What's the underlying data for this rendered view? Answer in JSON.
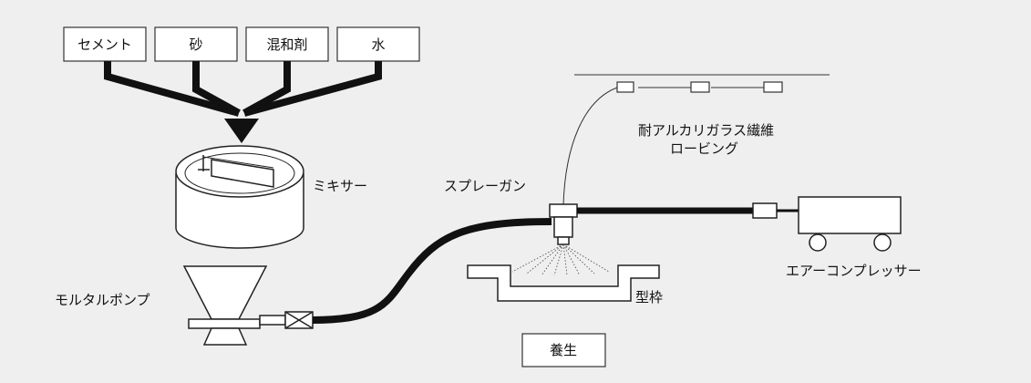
{
  "inputs": {
    "cement": "セメント",
    "sand": "砂",
    "admixture": "混和剤",
    "water": "水"
  },
  "labels": {
    "mixer": "ミキサー",
    "mortar_pump": "モルタルポンプ",
    "spray_gun": "スプレーガン",
    "fiber_line1": "耐アルカリガラス繊維",
    "fiber_line2": "ロービング",
    "air_compressor": "エアーコンプレッサー",
    "mold": "型枠",
    "curing": "養生"
  }
}
